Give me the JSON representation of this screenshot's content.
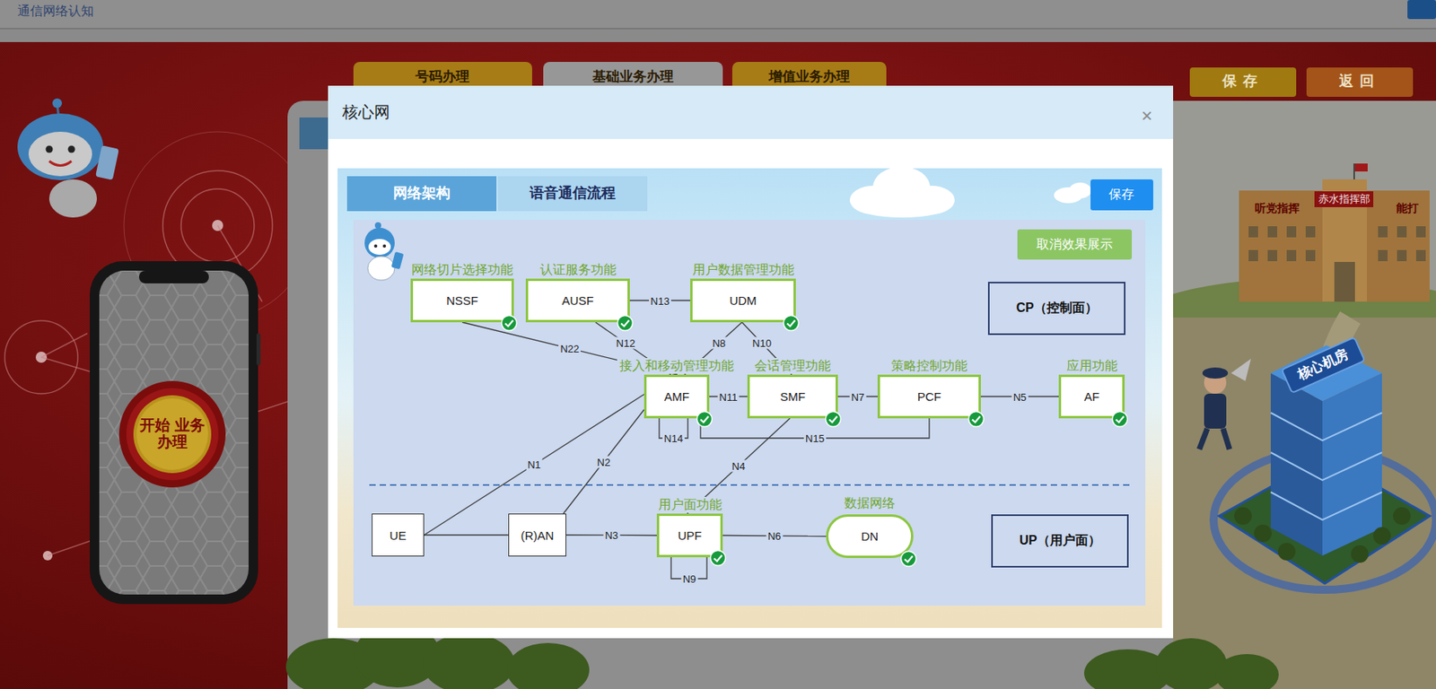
{
  "diagram": {
    "title": "核心网",
    "nodes": [
      {
        "text": [
          "网络切片选择功能",
          "NSSF"
        ]
      },
      {
        "text": [
          "认证服务功能",
          "AUSF"
        ]
      },
      {
        "text": [
          "用户数据管理功能",
          "UDM"
        ]
      },
      {
        "text": [
          "CP（控制面）"
        ]
      },
      {
        "text": [
          "接入和移动管理功能",
          "AMF"
        ]
      },
      {
        "text": [
          "会话管理功能",
          "SMF"
        ]
      },
      {
        "text": [
          "策略控制功能",
          "PCF"
        ]
      },
      {
        "text": [
          "应用功能",
          "AF"
        ]
      },
      {
        "text": [
          "UE"
        ]
      },
      {
        "text": [
          "(R)AN"
        ]
      },
      {
        "text": [
          "用户面功能",
          "UPF"
        ]
      },
      {
        "text": [
          "数据网络",
          "DN"
        ]
      },
      {
        "text": [
          "UP（用户面）"
        ]
      }
    ],
    "edges": [
      {
        "from": 1,
        "to": 2,
        "arrow": "none",
        "label": "N13"
      },
      {
        "from": 0,
        "to": 4,
        "arrow": "none",
        "label": "N22"
      },
      {
        "from": 1,
        "to": 4,
        "arrow": "none",
        "label": "N12"
      },
      {
        "from": 2,
        "to": 4,
        "arrow": "none",
        "label": "N8"
      },
      {
        "from": 2,
        "to": 5,
        "arrow": "none",
        "label": "N10"
      },
      {
        "from": 4,
        "to": 5,
        "arrow": "none",
        "label": "N11"
      },
      {
        "from": 5,
        "to": 6,
        "arrow": "none",
        "label": "N7"
      },
      {
        "from": 6,
        "to": 7,
        "arrow": "none",
        "label": "N5"
      },
      {
        "from": 4,
        "to": 6,
        "arrow": "none",
        "label": "N15"
      },
      {
        "from": 8,
        "to": 4,
        "arrow": "none",
        "label": "N1"
      },
      {
        "from": 9,
        "to": 4,
        "arrow": "none",
        "label": "N2"
      },
      {
        "from": 5,
        "to": 10,
        "arrow": "none",
        "label": "N4"
      },
      {
        "from": 8,
        "to": 9,
        "arrow": "none"
      },
      {
        "from": 9,
        "to": 10,
        "arrow": "none",
        "label": "N3"
      },
      {
        "from": 10,
        "to": 11,
        "arrow": "none",
        "label": "N6"
      }
    ],
    "labels": [
      "通信网络认知",
      "号码办理",
      "基础业务办理",
      "增值业务办理",
      "保存",
      "返回",
      "开始 业务办理",
      "听党指挥",
      "赤水指挥部",
      "能打",
      "核心机房",
      "×",
      "网络架构",
      "语音通信流程",
      "保存",
      "取消效果展示",
      "N14",
      "N9"
    ]
  }
}
